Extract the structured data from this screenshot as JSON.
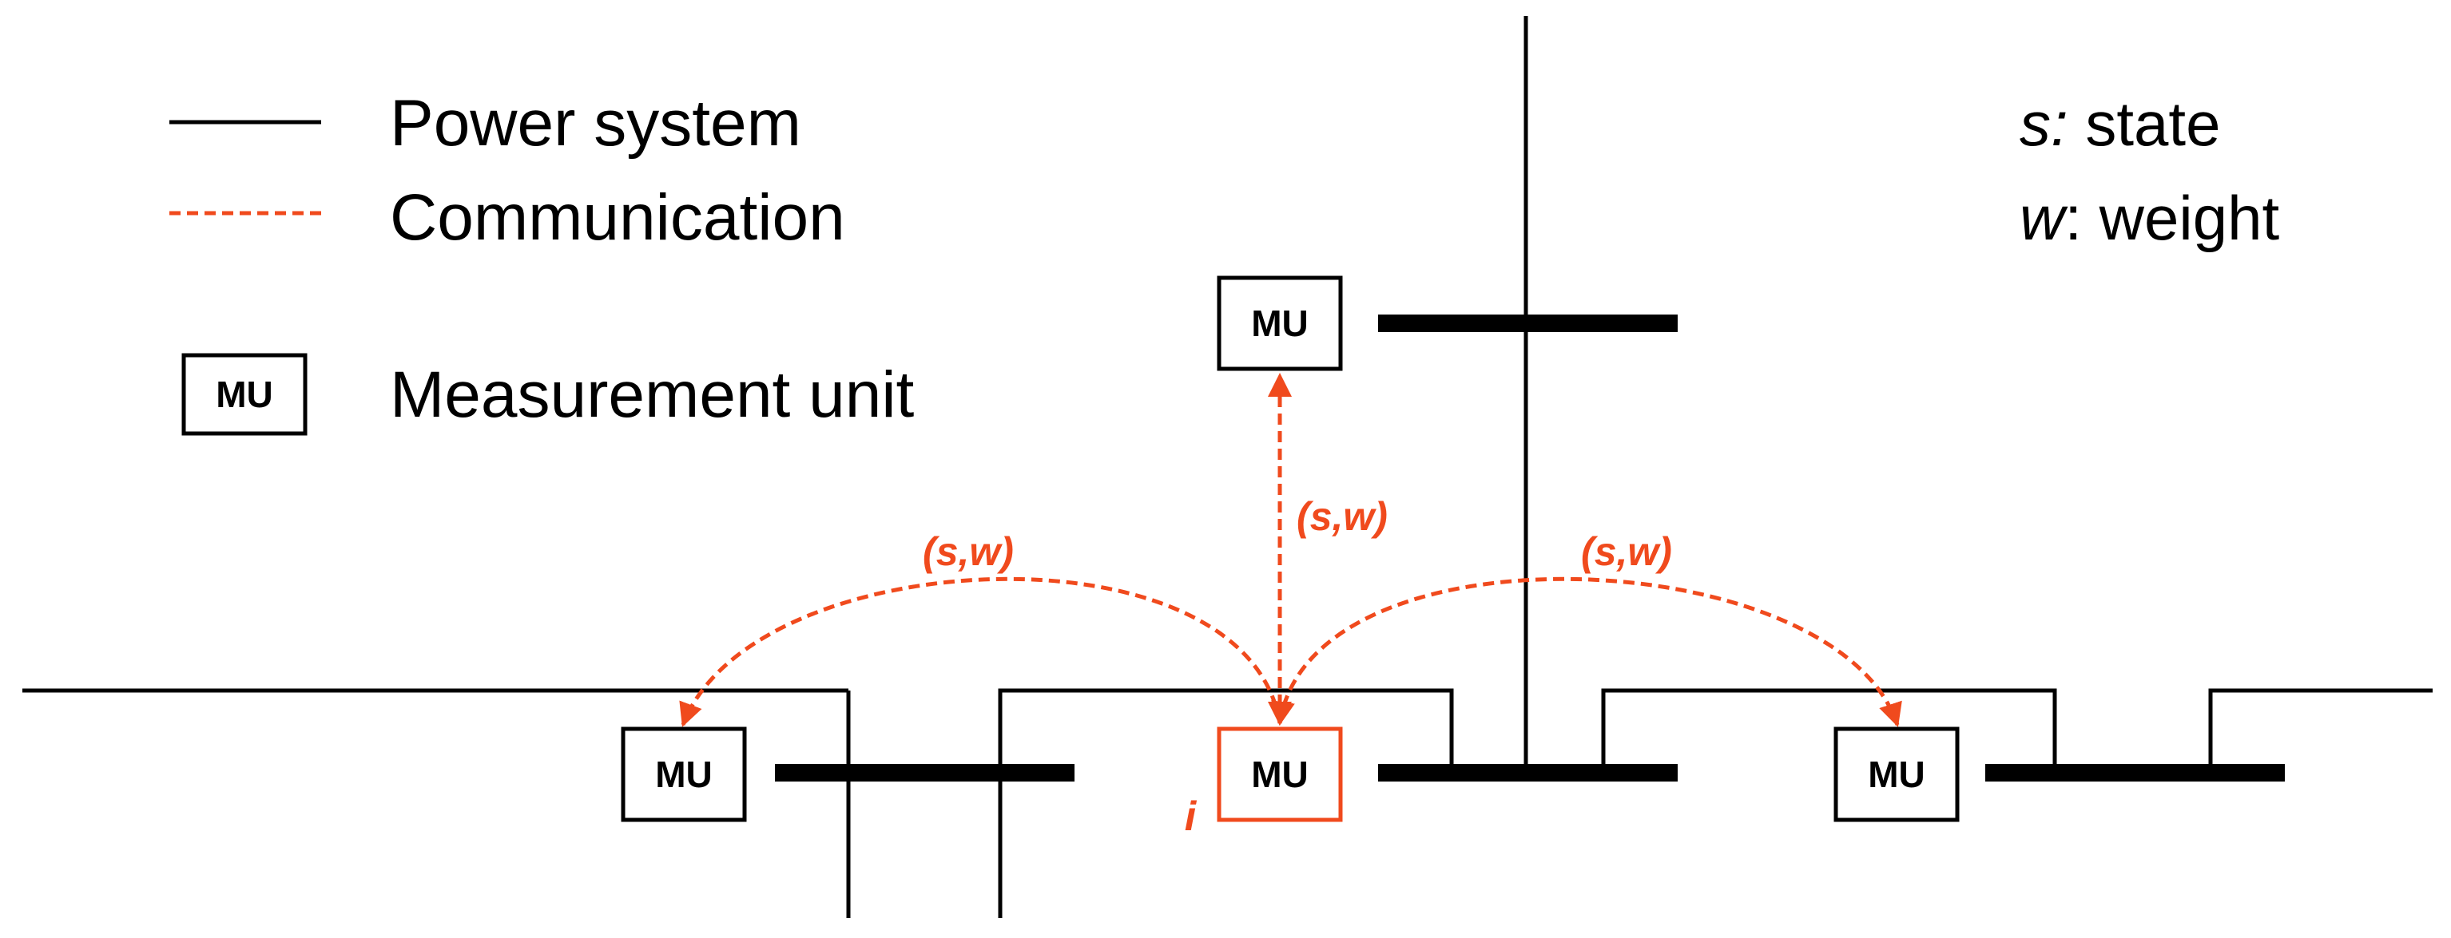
{
  "colors": {
    "power": "#000000",
    "communication": "#f04a1d",
    "highlight": "#f04a1d"
  },
  "legend": {
    "power_system": "Power system",
    "communication": "Communication",
    "mu_box": "MU",
    "measurement_unit": "Measurement unit"
  },
  "notation": {
    "s_symbol": "s:",
    "s_text": " state",
    "w_symbol": "w",
    "w_text": ": weight"
  },
  "units": {
    "top": "MU",
    "left": "MU",
    "center": "MU",
    "right": "MU"
  },
  "center_index": "i",
  "messages": {
    "left": "(s,w)",
    "up": "(s,w)",
    "right": "(s,w)"
  }
}
